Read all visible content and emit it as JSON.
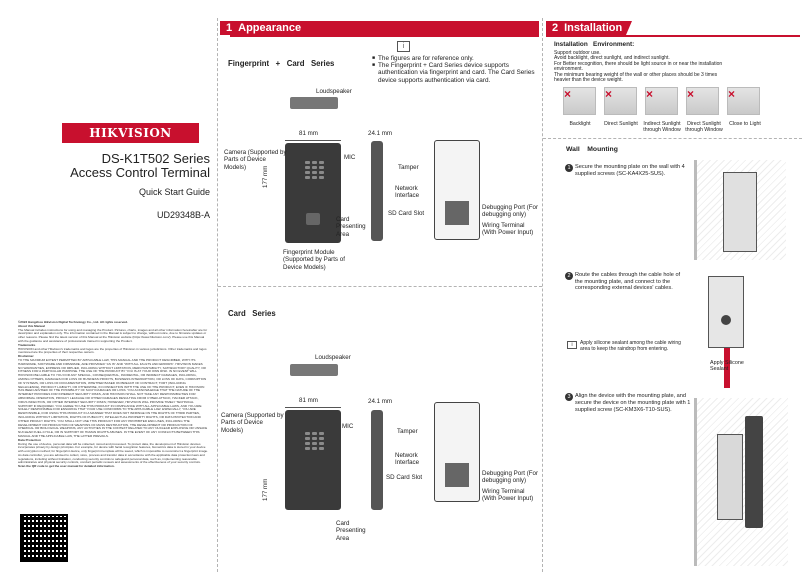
{
  "cover": {
    "brand": "HIKVISION",
    "model": "DS-K1T502 Series",
    "product": "Access Control Terminal",
    "guide": "Quick Start Guide",
    "doc_id": "UD29348B-A",
    "legal_title": "©2022 Hangzhou Hikvision Digital Technology Co., Ltd. All rights reserved.",
    "about_title": "About this Manual",
    "about_text": "The Manual includes instructions for using and managing the Product. Pictures, charts, images and all other information hereinafter are for description and explanation only. The information contained in the Manual is subject to change, without notice, due to firmware updates or other reasons. Please find the latest version of this Manual at the Hikvision website (https://www.hikvision.com/). Please use this Manual with the guidance and assistance of professionals trained in supporting the Product.",
    "trademarks_title": "Trademarks",
    "trademarks_text": "HIKVISION and other Hikvision's trademarks and logos are the properties of Hikvision in various jurisdictions. Other trademarks and logos mentioned are the properties of their respective owners.",
    "disclaimer_title": "Disclaimer",
    "disclaimer_text": "TO THE MAXIMUM EXTENT PERMITTED BY APPLICABLE LAW, THIS MANUAL AND THE PRODUCT DESCRIBED, WITH ITS HARDWARE, SOFTWARE AND FIRMWARE, ARE PROVIDED \"AS IS\" AND \"WITH ALL FAULTS AND ERRORS\". HIKVISION MAKES NO WARRANTIES, EXPRESS OR IMPLIED, INCLUDING WITHOUT LIMITATION, MERCHANTABILITY, SATISFACTORY QUALITY, OR FITNESS FOR A PARTICULAR PURPOSE. THE USE OF THE PRODUCT BY YOU IS AT YOUR OWN RISK. IN NO EVENT WILL HIKVISION BE LIABLE TO YOU FOR ANY SPECIAL, CONSEQUENTIAL, INCIDENTAL, OR INDIRECT DAMAGES, INCLUDING, AMONG OTHERS, DAMAGES FOR LOSS OF BUSINESS PROFITS, BUSINESS INTERRUPTION, OR LOSS OF DATA, CORRUPTION OF SYSTEMS, OR LOSS OF DOCUMENTATION, WHETHER BASED ON BREACH OF CONTRACT, TORT (INCLUDING NEGLIGENCE), PRODUCT LIABILITY, OR OTHERWISE, IN CONNECTION WITH THE USE OF THE PRODUCT, EVEN IF HIKVISION HAS BEEN ADVISED OF THE POSSIBILITY OF SUCH DAMAGES OR LOSS. YOU ACKNOWLEDGE THAT THE NATURE OF THE INTERNET PROVIDES FOR INHERENT SECURITY RISKS, AND HIKVISION SHALL NOT TAKE ANY RESPONSIBILITIES FOR ABNORMAL OPERATION, PRIVACY LEAKAGE OR OTHER DAMAGES RESULTING FROM CYBER-ATTACK, HACKER ATTACK, VIRUS INFECTION, OR OTHER INTERNET SECURITY RISKS; HOWEVER, HIKVISION WILL PROVIDE TIMELY TECHNICAL SUPPORT IF REQUIRED. YOU AGREE TO USE THIS PRODUCT IN COMPLIANCE WITH ALL APPLICABLE LAWS, AND YOU ARE SOLELY RESPONSIBLE FOR ENSURING THAT YOUR USE CONFORMS TO THE APPLICABLE LAW. ESPECIALLY, YOU ARE RESPONSIBLE, FOR USING THIS PRODUCT IN A MANNER THAT DOES NOT INFRINGE ON THE RIGHTS OF THIRD PARTIES, INCLUDING WITHOUT LIMITATION, RIGHTS OF PUBLICITY, INTELLECTUAL PROPERTY RIGHTS, OR DATA PROTECTION AND OTHER PRIVACY RIGHTS. YOU SHALL NOT USE THIS PRODUCT FOR ANY PROHIBITED END-USES, INCLUDING THE DEVELOPMENT OR PRODUCTION OF WEAPONS OF MASS DESTRUCTION, THE DEVELOPMENT OR PRODUCTION OF CHEMICAL OR BIOLOGICAL WEAPONS, ANY ACTIVITIES IN THE CONTEXT RELATED TO ANY NUCLEAR EXPLOSIVE OR UNSAFE NUCLEAR FUEL-CYCLE, OR IN SUPPORT OF HUMAN RIGHTS ABUSES. IN THE EVENT OF ANY CONFLICTS BETWEEN THIS MANUAL AND THE APPLICABLE LAW, THE LATTER PREVAILS.",
    "data_title": "Data Protection",
    "data_text": "During the use of device, personal data will be collected, stored and processed. To protect data, the development of Hikvision devices incorporates privacy by design principles. For example, for device with facial recognition features, biometrics data is stored in your device with encryption method; for fingerprint device, only fingerprint template will be saved, which is impossible to reconstruct a fingerprint image. As data controller, you are advised to collect, store, process and transfer data in accordance with the applicable data protection laws and regulations, including without limitation, conducting security controls to safeguard personal data, such as, implementing reasonable administrative and physical security controls, conduct periodic reviews and assessments of the effectiveness of your security controls.",
    "qr_text": "Scan the QR code to get the user manual for detailed information."
  },
  "appearance": {
    "number": "1",
    "title": "Appearance",
    "fp_title": "Fingerprint   +   Card   Series",
    "card_title": "Card   Series",
    "notes": [
      "The figures are for reference only.",
      "The Fingerprint + Card Series device supports authentication via fingerprint and card. The Card Series device supports authentication via card."
    ],
    "labels": {
      "loudspeaker": "Loudspeaker",
      "width": "81 mm",
      "depth": "24.1 mm",
      "height": "177  mm",
      "camera": "Camera (Supported by Parts of Device Models)",
      "mic": "MIC",
      "tamper": "Tamper",
      "network": "Network Interface",
      "sd": "SD Card Slot",
      "card_area": "Card Presenting Area",
      "debug": "Debugging Port (For debugging only)",
      "wiring": "Wiring Terminal (With Power Input)",
      "fp_module": "Fingerprint Module (Supported by Parts of Device Models)"
    }
  },
  "installation": {
    "number": "2",
    "title": "Installation",
    "env_title": "Installation   Environment:",
    "env_lines": [
      "Support outdoor use.",
      "Avoid backlight, direct sunlight, and indirect sunlight.",
      "For Better recognition, there should be light source in or near the installation environment.",
      "The minimum bearing weight of the wall or other places should be 3 times heavier than the device weight."
    ],
    "photos": [
      "Backlight",
      "Direct Sunlight",
      "Indirect Sunlight through Window",
      "Direct Sunlight through Window",
      "Close to Light"
    ],
    "wall_title": "Wall    Mounting",
    "steps": [
      "Secure the mounting plate on the wall with 4 supplied screws (SC-KA4X25-SUS).",
      "Route the cables through the cable hole of the mounting plate, and connect to the corresponding external devices' cables.",
      "Align the device with the mounting plate, and secure the device on the mounting plate with 1 supplied screw (SC-KM3X6-T10-SUS)."
    ],
    "step_nums": [
      "1",
      "2",
      "3"
    ],
    "sealant_note": "Apply silicone sealant among the cable wiring area to keep the raindrop from entering.",
    "sealant_label": "Apply Silicone Sealant"
  },
  "colors": {
    "brand_red": "#c8102e",
    "device": "#3a3a3a"
  }
}
